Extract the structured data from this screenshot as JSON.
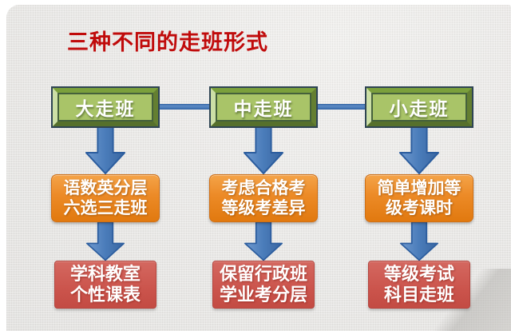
{
  "title": {
    "text": "三种不同的走班形式"
  },
  "diagram": {
    "columns": [
      {
        "header": "大走班",
        "middle": [
          "语数英分层",
          "六选三走班"
        ],
        "bottom": [
          "学科教室",
          "个性课表"
        ]
      },
      {
        "header": "中走班",
        "middle": [
          "考虑合格考",
          "等级考差异"
        ],
        "bottom": [
          "保留行政班",
          "学业考分层"
        ]
      },
      {
        "header": "小走班",
        "middle": [
          "简单增加等",
          "级考课时"
        ],
        "bottom": [
          "等级考试",
          "科目走班"
        ]
      }
    ]
  },
  "colors": {
    "title": "#c00b0b",
    "header_box": "#a9c468",
    "middle_box": "#ec8a26",
    "bottom_box": "#cd5a52",
    "arrow": "#4a7cba",
    "connector": "#4a7cba",
    "slide_background": "#e9e8e6"
  }
}
